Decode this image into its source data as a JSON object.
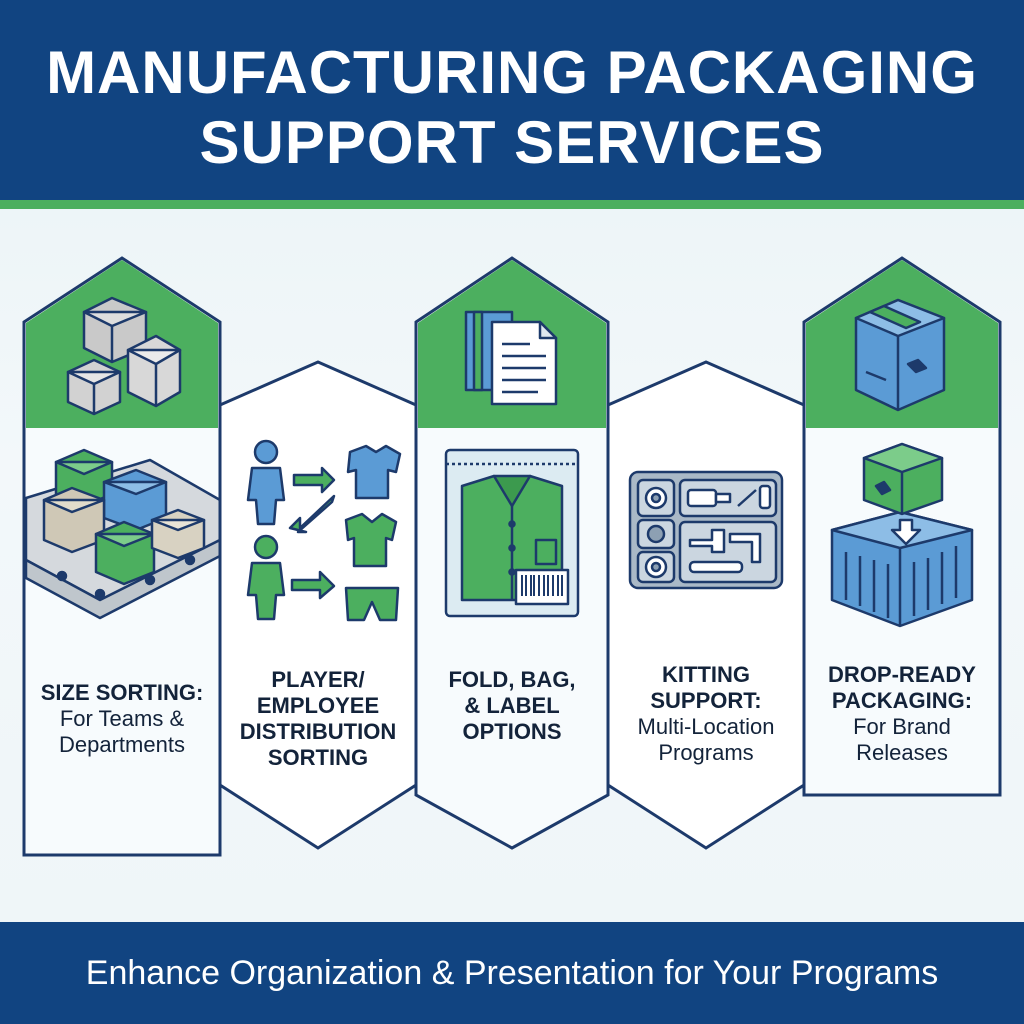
{
  "header": {
    "title_line1": "MANUFACTURING PACKAGING",
    "title_line2": "SUPPORT SERVICES"
  },
  "services": [
    {
      "heading": "SIZE SORTING:",
      "subtitle_line1": "For Teams &",
      "subtitle_line2": "Departments",
      "icon": "boxes-conveyor-icon"
    },
    {
      "heading_line1": "PLAYER/",
      "heading_line2": "EMPLOYEE",
      "heading_line3": "DISTRIBUTION",
      "heading_line4": "SORTING",
      "icon": "person-apparel-sorting-icon"
    },
    {
      "heading_line1": "FOLD, BAG,",
      "heading_line2": "& LABEL",
      "heading_line3": "OPTIONS",
      "icon": "bagged-shirt-barcode-icon"
    },
    {
      "heading_line1": "KITTING",
      "heading_line2": "SUPPORT:",
      "subtitle_line1": "Multi-Location",
      "subtitle_line2": "Programs",
      "icon": "kit-tray-icon"
    },
    {
      "heading_line1": "DROP-READY",
      "heading_line2": "PACKAGING:",
      "subtitle_line1": "For Brand",
      "subtitle_line2": "Releases",
      "icon": "box-into-container-icon"
    }
  ],
  "footer": {
    "tagline": "Enhance Organization & Presentation for Your Programs"
  },
  "colors": {
    "navy": "#114481",
    "green": "#4caf5f",
    "light_blue": "#5b9bd5",
    "outline": "#1d3a6b"
  }
}
